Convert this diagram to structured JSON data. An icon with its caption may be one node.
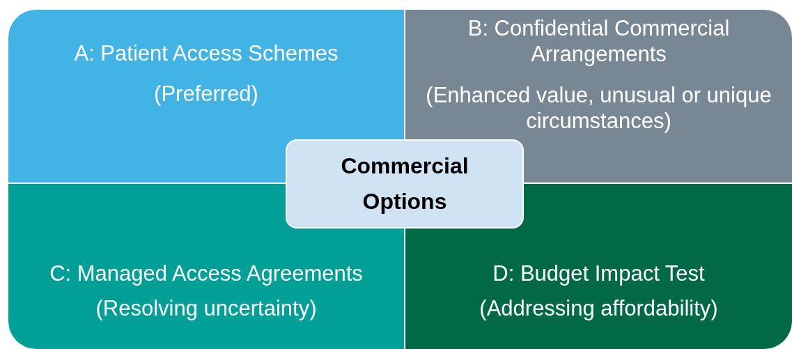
{
  "diagram": {
    "nodes": [
      {
        "text": [
          "A: Patient Access Schemes",
          "(Preferred)"
        ]
      },
      {
        "text": [
          "B: Confidential Commercial Arrangements",
          "(Enhanced value, unusual or unique circumstances)"
        ]
      },
      {
        "text": [
          "C: Managed Access Agreements",
          "(Resolving uncertainty)"
        ]
      },
      {
        "text": [
          "D: Budget Impact Test",
          "(Addressing affordability)"
        ]
      },
      {
        "text": [
          "Commercial Options"
        ]
      }
    ]
  }
}
